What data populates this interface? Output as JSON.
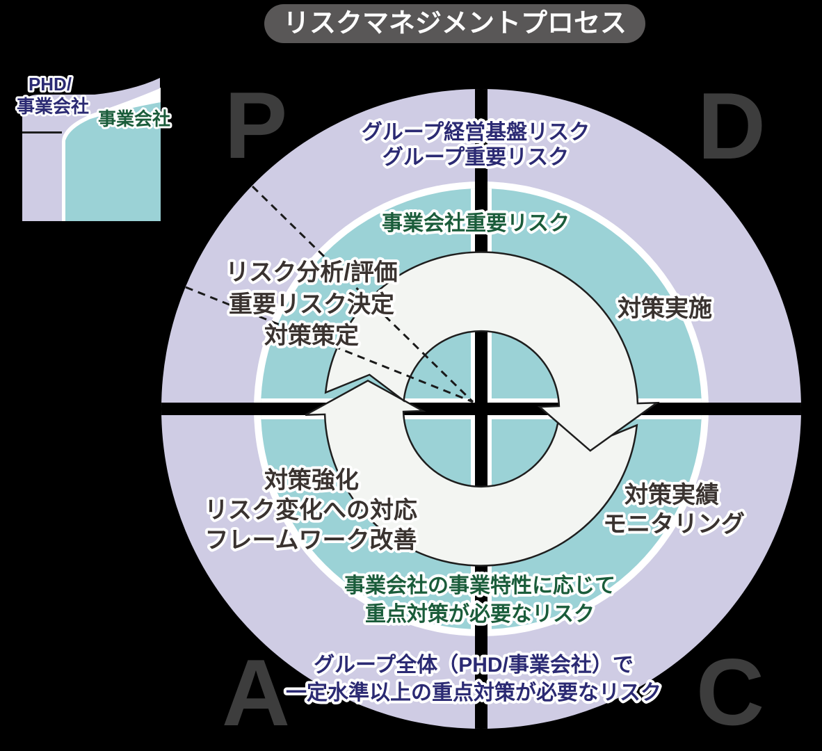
{
  "title": {
    "text": "リスクマネジメントプロセス"
  },
  "legend": {
    "phd_label_line1": "PHD/",
    "phd_label_line2": "事業会社",
    "subsidiary_label": "事業会社"
  },
  "pdca": {
    "p": "P",
    "d": "D",
    "c": "C",
    "a": "A"
  },
  "outer_ring": {
    "top_line1": "グループ経営基盤リスク",
    "top_line2": "グループ重要リスク",
    "bottom_line1": "グループ全体（PHD/事業会社）で",
    "bottom_line2": "一定水準以上の重点対策が必要なリスク"
  },
  "inner_ring": {
    "top": "事業会社重要リスク",
    "bottom_line1": "事業会社の事業特性に応じて",
    "bottom_line2": "重点対策が必要なリスク"
  },
  "steps": {
    "plan_line1": "リスク分析/評価",
    "plan_line2": "重要リスク決定",
    "plan_line3": "対策策定",
    "do_line1": "対策実施",
    "check_line1": "対策実績",
    "check_line2": "モニタリング",
    "act_line1": "対策強化",
    "act_line2": "リスク変化への対応",
    "act_line3": "フレームワーク改善"
  },
  "colors": {
    "background": "#000000",
    "title_pill": "#595757",
    "outer_ring": "#cfcce4",
    "inner_ring": "#9bd2d6",
    "ring_gap": "#ffffff",
    "arrow_fill": "#f3f5f2",
    "divider": "#000000",
    "navy_text": "#2b2a73",
    "green_text": "#1a5c3a",
    "dark_text": "#3a3330",
    "letter_gray": "#3d3d3d"
  }
}
